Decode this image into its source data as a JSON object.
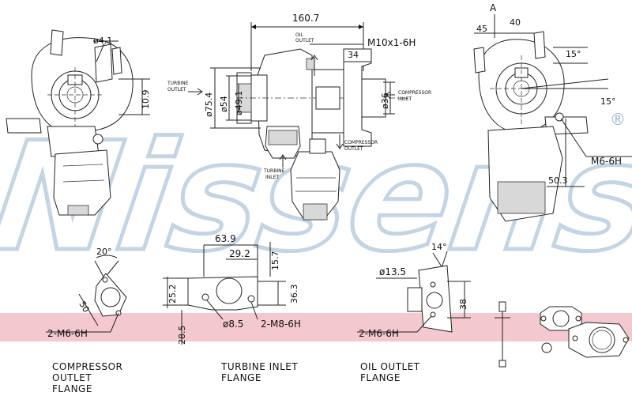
{
  "brand": {
    "name": "Nissens",
    "mark": "®",
    "watermark_color": "#b9cde0"
  },
  "band_color": "#f3c8cf",
  "dimensions": {
    "overall_length": "160.7",
    "oil_outlet_thread": "M10x1-6H",
    "oil_outlet_label": [
      "OIL",
      "OUTLET"
    ],
    "d_pin_left": "ø4.1",
    "left_height": "10.9",
    "turbine_outlet_dia_1": "ø75.4",
    "turbine_outlet_dia_2": "ø54",
    "turbine_outlet_dia_3": "ø49.1",
    "dim_34": "34",
    "compressor_inlet_dia": "ø36",
    "section_label": "A",
    "angle_45": "45",
    "angle_40": "40",
    "angle_15a": "15°",
    "angle_15b": "15°",
    "thread_right": "M6-6H",
    "dim_right": "50.3",
    "turbine_outlet_label": [
      "TURBINE",
      "OUTLET"
    ],
    "compressor_inlet_label": [
      "COMPRESSOR",
      "INLET"
    ],
    "compressor_outlet_label": [
      "COMPRESSOR",
      "OUTLET"
    ],
    "turbine_inlet_label": [
      "TURBINE",
      "INLET"
    ]
  },
  "flanges": {
    "compressor": {
      "angle": "20°",
      "distance": "50",
      "thread": "2-M6-6H",
      "caption": [
        "COMPRESSOR",
        "OUTLET",
        "FLANGE"
      ]
    },
    "turbine": {
      "width_1": "63.9",
      "width_2": "29.2",
      "height_1": "15.7",
      "height_2": "25.2",
      "height_3": "36.3",
      "height_4": "28.5",
      "hole": "ø8.5",
      "thread": "2-M8-6H",
      "caption": [
        "TURBINE INLET",
        "FLANGE"
      ]
    },
    "oil": {
      "diameter": "ø13.5",
      "angle": "14°",
      "height": "38",
      "thread": "2-M6-6H",
      "caption": [
        "OIL OUTLET",
        "FLANGE"
      ]
    }
  }
}
